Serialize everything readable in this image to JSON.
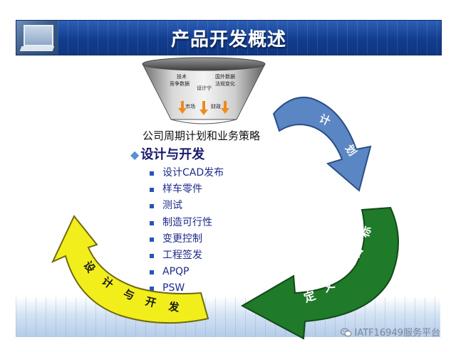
{
  "slide": {
    "title": "产品开发概述",
    "funnel": {
      "labels": [
        "技术",
        "竞争数据",
        "国外数据",
        "法规变化",
        "设计宁",
        "市场",
        "财政"
      ]
    },
    "strategy_text": "公司周期计划和业务策略",
    "section_heading": "设计与开发",
    "items": [
      "设计CAD发布",
      "样车零件",
      "测试",
      "制造可行性",
      "变更控制",
      "工程签发",
      "APQP",
      "PSW"
    ],
    "arrows": {
      "blue": [
        "计",
        "划"
      ],
      "green": [
        "定",
        "义",
        "和",
        "目",
        "标"
      ],
      "yellow": [
        "设",
        "计",
        "与",
        "开",
        "发"
      ]
    },
    "colors": {
      "blue_arrow": "#5b86c4",
      "green_arrow": "#1f7a2a",
      "yellow_arrow": "#f2ee1c",
      "title_bar": "#123d8e"
    }
  },
  "watermark": {
    "text": "IATF16949服务平台",
    "icon": "wechat-icon"
  }
}
